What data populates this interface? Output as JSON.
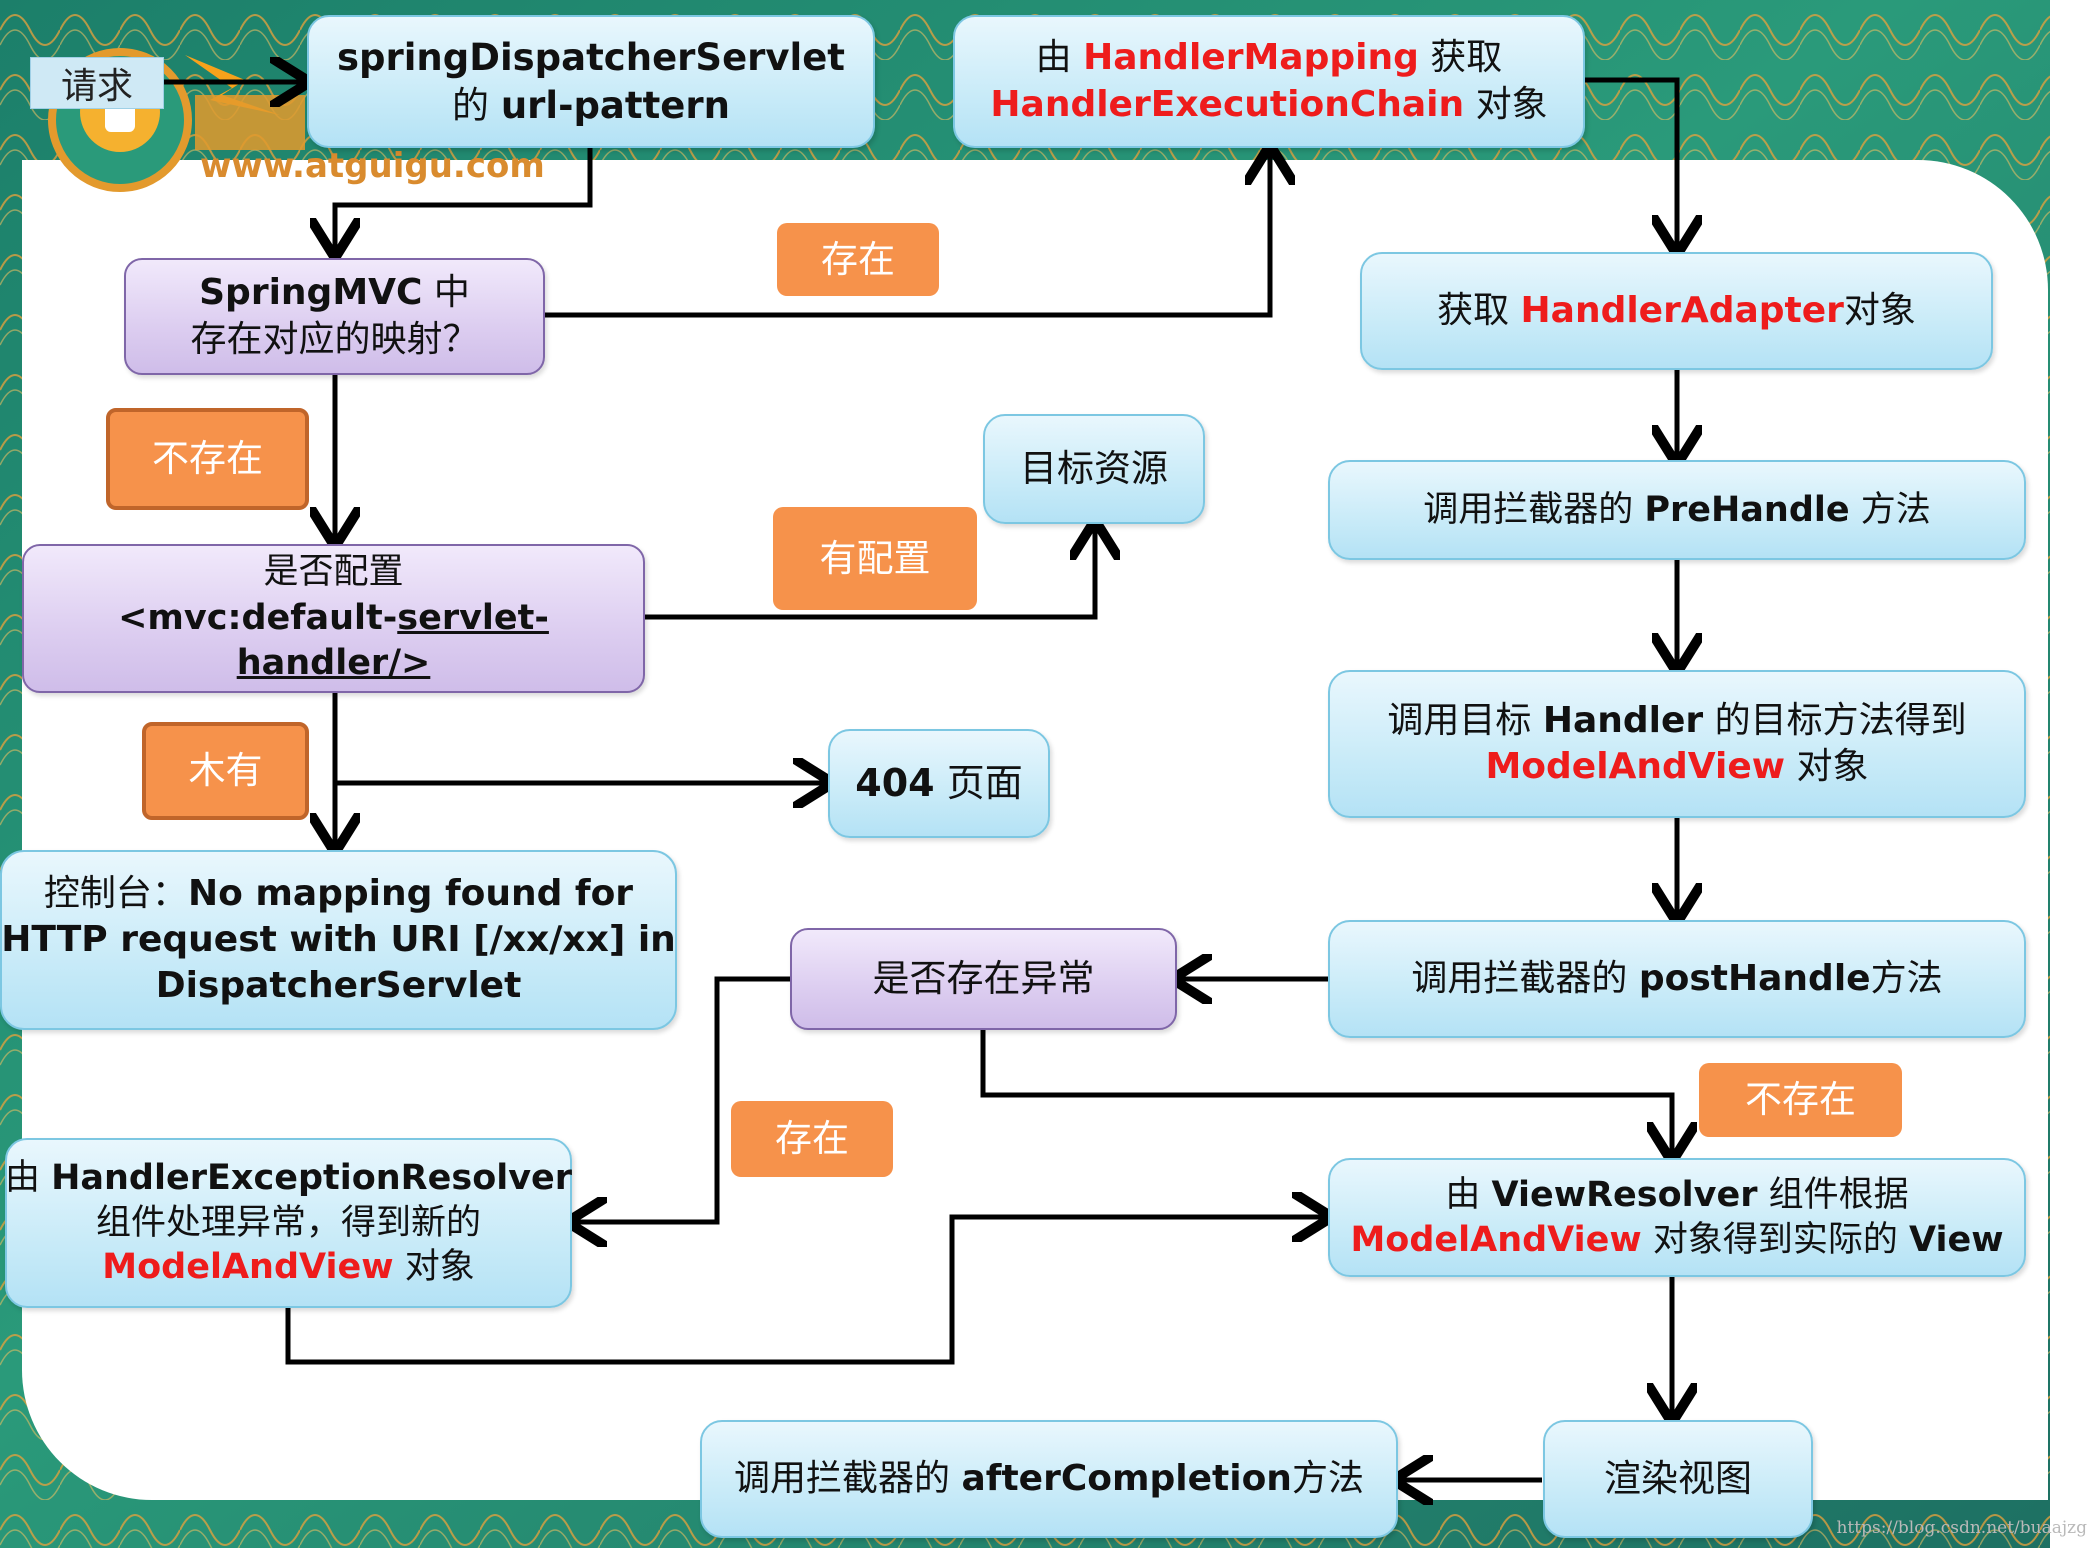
{
  "logo": {
    "url": "www.atguigu.com"
  },
  "request_label": "请求",
  "nodes": {
    "dispatcher": {
      "line1": "springDispatcherServlet",
      "line2_prefix": "的 ",
      "line2_bold": "url-pattern"
    },
    "get_chain": {
      "line1_prefix": "由 ",
      "line1_red": "HandlerMapping",
      "line1_suffix": " 获取",
      "line2_red": "HandlerExecutionChain",
      "line2_suffix": " 对象"
    },
    "mapping_exists": {
      "line1_bold": "SpringMVC",
      "line1_suffix": " 中",
      "line2": "存在对应的映射？"
    },
    "get_adapter": {
      "prefix": "获取 ",
      "red": "HandlerAdapter",
      "suffix": "对象"
    },
    "target_resource": {
      "text": "目标资源"
    },
    "prehandle": {
      "prefix": "调用拦截器的 ",
      "bold": "PreHandle",
      "suffix": " 方法"
    },
    "default_servlet": {
      "line1": "是否配置",
      "line2_bold": "<mvc:default-",
      "line2_ul": "servlet-",
      "line3_ul": "handler/>"
    },
    "invoke_handler": {
      "line1_prefix": "调用目标 ",
      "line1_bold": "Handler",
      "line1_suffix": " 的目标方法得到",
      "line2_red": "ModelAndView",
      "line2_suffix": " 对象"
    },
    "page_404": {
      "bold": "404",
      "suffix": " 页面"
    },
    "console": {
      "line1_prefix": "控制台：",
      "line1_bold": "No mapping found for",
      "line2": "HTTP request with URI [/xx/xx] in",
      "line3": "DispatcherServlet"
    },
    "exception_exists": {
      "text": "是否存在异常"
    },
    "posthandle": {
      "prefix": "调用拦截器的 ",
      "bold": "postHandle",
      "suffix": "方法"
    },
    "exception_resolver": {
      "line1_prefix": "由 ",
      "line1_bold": "HandlerExceptionResolver",
      "line2": "组件处理异常，得到新的",
      "line3_red": "ModelAndView",
      "line3_suffix": " 对象"
    },
    "view_resolver": {
      "line1_prefix": "由 ",
      "line1_bold": "ViewResolver",
      "line1_suffix": " 组件根据",
      "line2_red": "ModelAndView",
      "line2_mid": " 对象得到实际的 ",
      "line2_bold": "View"
    },
    "after_completion": {
      "prefix": "调用拦截器的 ",
      "bold": "afterCompletion",
      "suffix": "方法"
    },
    "render_view": {
      "text": "渲染视图"
    }
  },
  "edge_labels": {
    "exists_top": "存在",
    "not_exists_left": "不存在",
    "has_config": "有配置",
    "none": "木有",
    "exists_bottom": "存在",
    "not_exists_right": "不存在"
  },
  "colors": {
    "accent_red": "#ee1c1c",
    "label_orange": "#f6924b",
    "background_teal": "#1f8a6e",
    "background_orange": "#e39a2d"
  },
  "watermark": "https://blog.csdn.net/buaajzg"
}
